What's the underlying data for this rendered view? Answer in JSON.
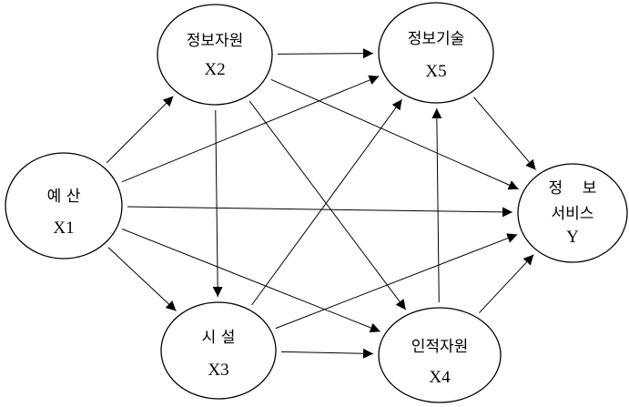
{
  "nodes": [
    {
      "id": "X1",
      "label_lines": [
        "예 산"
      ],
      "code": "X1"
    },
    {
      "id": "X2",
      "label_lines": [
        "정보자원"
      ],
      "code": "X2"
    },
    {
      "id": "X3",
      "label_lines": [
        "시 설"
      ],
      "code": "X3"
    },
    {
      "id": "X4",
      "label_lines": [
        "인적자원"
      ],
      "code": "X4"
    },
    {
      "id": "X5",
      "label_lines": [
        "정보기술"
      ],
      "code": "X5"
    },
    {
      "id": "Y",
      "label_lines": [
        "정    보",
        "서비스"
      ],
      "code": "Y"
    }
  ],
  "edges": [
    {
      "from": "X1",
      "to": "X2"
    },
    {
      "from": "X1",
      "to": "X3"
    },
    {
      "from": "X1",
      "to": "X5"
    },
    {
      "from": "X1",
      "to": "Y"
    },
    {
      "from": "X1",
      "to": "X4"
    },
    {
      "from": "X2",
      "to": "X5"
    },
    {
      "from": "X2",
      "to": "Y"
    },
    {
      "from": "X2",
      "to": "X3"
    },
    {
      "from": "X2",
      "to": "X4"
    },
    {
      "from": "X3",
      "to": "X5"
    },
    {
      "from": "X3",
      "to": "X4"
    },
    {
      "from": "X3",
      "to": "Y"
    },
    {
      "from": "X4",
      "to": "X5"
    },
    {
      "from": "X4",
      "to": "Y"
    },
    {
      "from": "X5",
      "to": "Y"
    }
  ]
}
